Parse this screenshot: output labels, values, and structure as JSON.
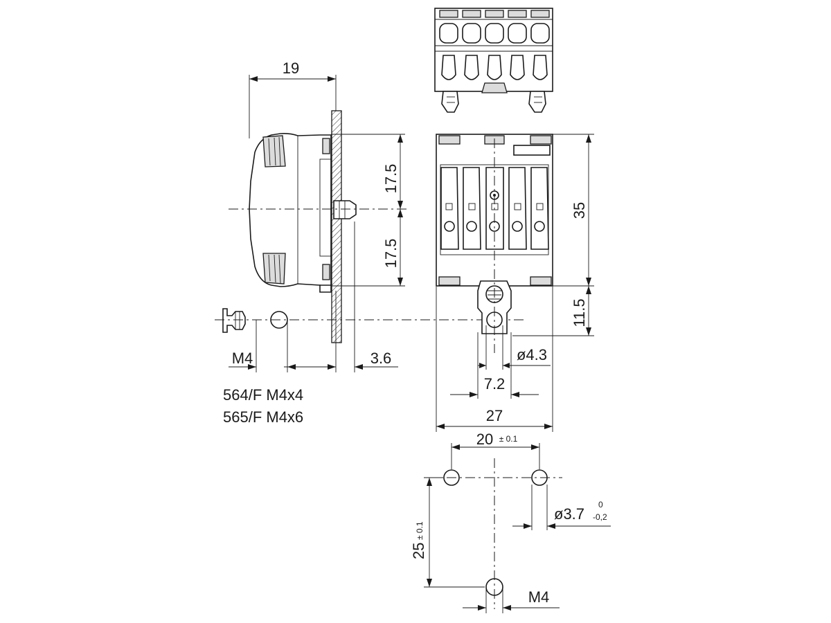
{
  "dimensions": {
    "side_depth": "19",
    "half_height_top": "17.5",
    "half_height_bottom": "17.5",
    "total_height": "35",
    "mount_offset": "11.5",
    "rail_thickness": "3.6",
    "hole_diameter": "ø4.3",
    "clamp_width": "7.2",
    "total_width": "27",
    "hole_spacing": "20",
    "hole_spacing_tol": "± 0.1",
    "hole_vertical": "25",
    "hole_vertical_tol": "± 0.1",
    "drill_diameter": "ø3.7",
    "drill_tol_upper": "0",
    "drill_tol_lower": "-0,2"
  },
  "labels": {
    "screw_thread_left": "M4",
    "screw_thread_bottom": "M4",
    "part_1": "564/F M4x4",
    "part_2": "565/F M4x6"
  }
}
